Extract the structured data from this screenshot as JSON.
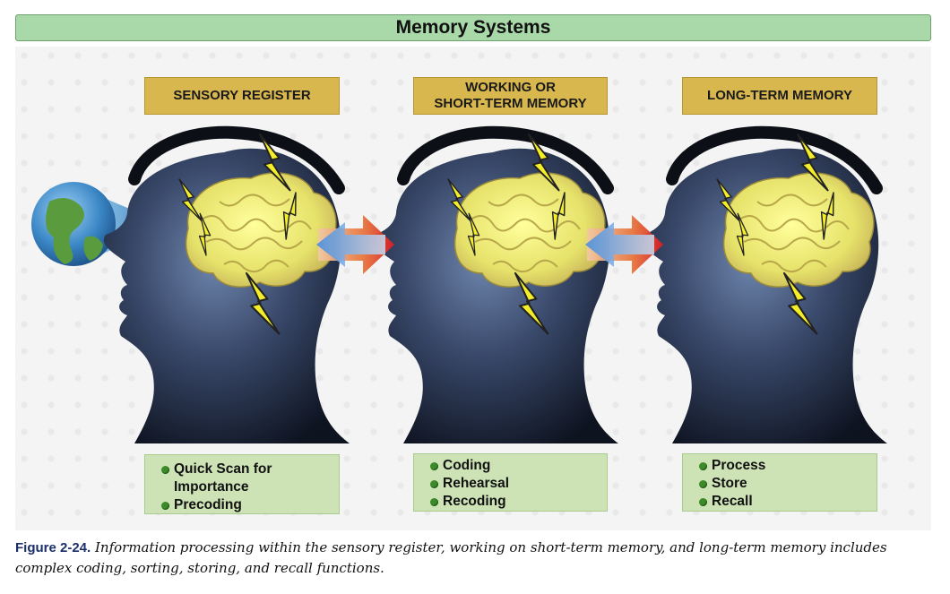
{
  "title": "Memory Systems",
  "stages": [
    {
      "label": "SENSORY REGISTER",
      "items": [
        "Quick Scan for Importance",
        "Precoding"
      ]
    },
    {
      "label": "WORKING OR\nSHORT-TERM MEMORY",
      "items": [
        "Coding",
        "Rehearsal",
        "Recoding"
      ]
    },
    {
      "label": "LONG-TERM MEMORY",
      "items": [
        "Process",
        "Store",
        "Recall"
      ]
    }
  ],
  "caption": {
    "figure": "Figure 2-24.",
    "text": "Information processing within the sensory register, working on short-term memory, and long-term memory includes complex coding, sorting, storing, and recall functions."
  },
  "colors": {
    "title_bar": "#a9d8a9",
    "stage_label": "#d9b74f",
    "info_box": "#cde3b6",
    "bullet": "#3d8a2a",
    "brain": "#e8e87a",
    "head": "#2a3550",
    "lightning": "#f4ee2a"
  },
  "icons": [
    "globe-icon",
    "head-silhouette",
    "brain-icon",
    "lightning-bolt-icon",
    "double-arrow-icon"
  ]
}
